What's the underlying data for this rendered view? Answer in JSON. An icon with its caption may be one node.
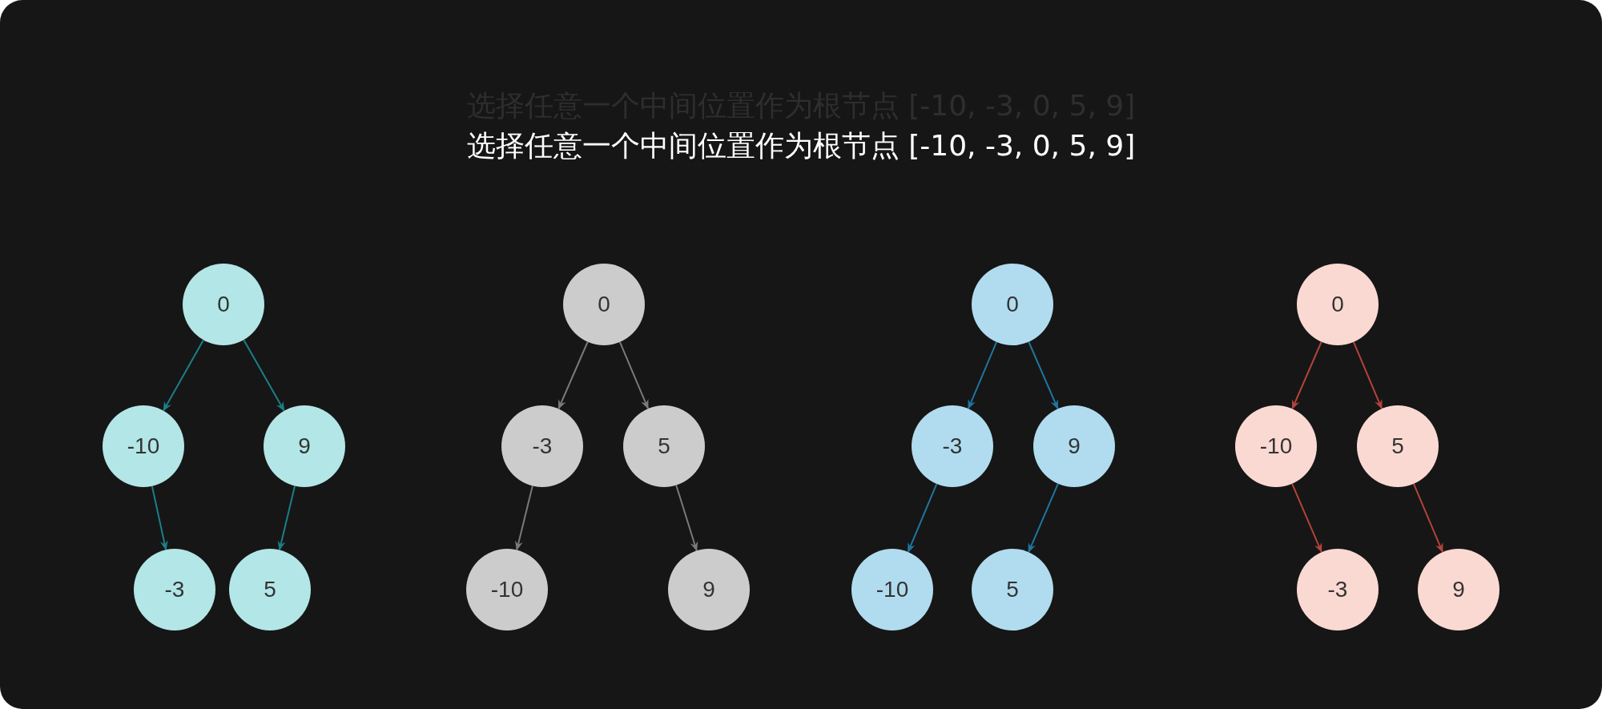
{
  "diagram": {
    "title": "选择任意一个中间位置作为根节点  [-10, -3, 0, 5, 9]",
    "nodes": [
      {
        "text": [
          "0"
        ]
      },
      {
        "text": [
          "-10"
        ]
      },
      {
        "text": [
          "9"
        ]
      },
      {
        "text": [
          "-3"
        ]
      },
      {
        "text": [
          "5"
        ]
      },
      {
        "text": [
          "0"
        ]
      },
      {
        "text": [
          "-3"
        ]
      },
      {
        "text": [
          "5"
        ]
      },
      {
        "text": [
          "-10"
        ]
      },
      {
        "text": [
          "9"
        ]
      },
      {
        "text": [
          "0"
        ]
      },
      {
        "text": [
          "-3"
        ]
      },
      {
        "text": [
          "9"
        ]
      },
      {
        "text": [
          "-10"
        ]
      },
      {
        "text": [
          "5"
        ]
      },
      {
        "text": [
          "0"
        ]
      },
      {
        "text": [
          "-10"
        ]
      },
      {
        "text": [
          "5"
        ]
      },
      {
        "text": [
          "-3"
        ]
      },
      {
        "text": [
          "9"
        ]
      }
    ],
    "edges": [
      {
        "from": 0,
        "to": 1,
        "arrow": "to",
        "color": "#1b7f88"
      },
      {
        "from": 0,
        "to": 2,
        "arrow": "to",
        "color": "#1b7f88"
      },
      {
        "from": 1,
        "to": 3,
        "arrow": "to",
        "color": "#1b7f88"
      },
      {
        "from": 2,
        "to": 4,
        "arrow": "to",
        "color": "#1b7f88"
      },
      {
        "from": 5,
        "to": 6,
        "arrow": "to",
        "color": "#7a7a7a"
      },
      {
        "from": 5,
        "to": 7,
        "arrow": "to",
        "color": "#7a7a7a"
      },
      {
        "from": 6,
        "to": 8,
        "arrow": "to",
        "color": "#7a7a7a"
      },
      {
        "from": 7,
        "to": 9,
        "arrow": "to",
        "color": "#7a7a7a"
      },
      {
        "from": 10,
        "to": 11,
        "arrow": "to",
        "color": "#1f76a0"
      },
      {
        "from": 10,
        "to": 12,
        "arrow": "to",
        "color": "#1f76a0"
      },
      {
        "from": 11,
        "to": 13,
        "arrow": "to",
        "color": "#1f76a0"
      },
      {
        "from": 12,
        "to": 14,
        "arrow": "to",
        "color": "#1f76a0"
      },
      {
        "from": 15,
        "to": 16,
        "arrow": "to",
        "color": "#b2443a"
      },
      {
        "from": 15,
        "to": 17,
        "arrow": "to",
        "color": "#b2443a"
      },
      {
        "from": 16,
        "to": 18,
        "arrow": "to",
        "color": "#b2443a"
      },
      {
        "from": 17,
        "to": 19,
        "arrow": "to",
        "color": "#b2443a"
      }
    ],
    "labels": [
      "选择任意一个中间位置作为根节点  [-10, -3, 0, 5, 9]"
    ]
  }
}
